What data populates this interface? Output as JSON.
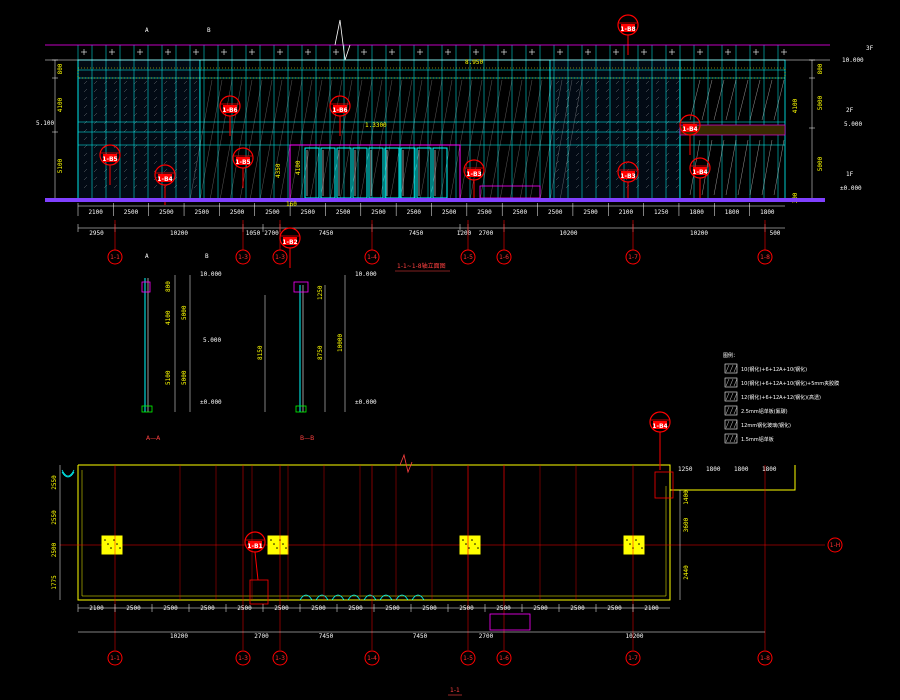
{
  "colors": {
    "background": "#000000",
    "cyan": "#00ffff",
    "red": "#ff0000",
    "yellow": "#ffff00",
    "white": "#ffffff",
    "magenta": "#ff00ff",
    "purple": "#8040ff",
    "green": "#00ff00"
  },
  "elevation": {
    "section_marks": [
      "A",
      "B"
    ],
    "top_dims": [
      "2100",
      "2500",
      "2500",
      "2500",
      "2500",
      "2500",
      "2500",
      "2500",
      "2500",
      "2500",
      "2500",
      "2500",
      "2500",
      "2500",
      "2500",
      "2100",
      "1250",
      "1800",
      "1800",
      "1800"
    ],
    "mid_dims": [
      "2950",
      "10200",
      "1050",
      "2700",
      "7450",
      "7450",
      "1200",
      "2700",
      "10200",
      "10200",
      "500"
    ],
    "grid_axes": [
      "1-1",
      "1-3",
      "1-3",
      "1-4",
      "1-5",
      "1-6",
      "1-7",
      "1-8"
    ],
    "left_dims": [
      "800",
      "4100",
      "5100"
    ],
    "right_dims": [
      "800",
      "5000",
      "5000",
      "4100",
      "300"
    ],
    "levels": {
      "top": "10.000",
      "mid": "5.000",
      "bottom": "±0.000",
      "left": "5.100"
    },
    "floor_labels": [
      "3F",
      "2F",
      "1F"
    ],
    "inner_dims": [
      "8.950",
      "1.3300",
      "4100",
      "4350",
      "160"
    ],
    "caption": "1-1~1-8轴立面图",
    "tags": [
      "1-B8",
      "1-B6",
      "1-B6",
      "1-B5",
      "1-B4",
      "1-B5",
      "1-B3",
      "1-B3",
      "1-B4",
      "1-B4",
      "1-B2",
      "1-B1"
    ]
  },
  "section_a": {
    "caption": "A—A",
    "levels": [
      "10.000",
      "5.000",
      "±0.000"
    ],
    "dims": [
      "800",
      "4100",
      "5000",
      "5100",
      "5000"
    ]
  },
  "section_b": {
    "caption": "B—B",
    "levels": [
      "10.000",
      "±0.000"
    ],
    "dims": [
      "1250",
      "8150",
      "8750",
      "10000"
    ]
  },
  "legend": {
    "title": "图例：",
    "items": [
      "10(钢化)+6+12A+10(钢化)",
      "10(钢化)+6+12A+10(钢化)+5mm夹胶膜",
      "12(钢化)+6+12A+12(钢化)(高透)",
      "2.5mm铝单板(氟碳)",
      "12mm钢化玻璃(钢化)",
      "1.5mm铝单板"
    ]
  },
  "plan": {
    "caption": "1-1",
    "top_dims": [
      "1250",
      "1800",
      "1800",
      "1800"
    ],
    "bottom_dims": [
      "2100",
      "2500",
      "2500",
      "2500",
      "2500",
      "2500",
      "2500",
      "2500",
      "2500",
      "2500",
      "2500",
      "2500",
      "2500",
      "2500",
      "2500",
      "2100"
    ],
    "lower_dims": [
      "10200",
      "2700",
      "7450",
      "7450",
      "2700",
      "10200"
    ],
    "left_dims": [
      "2550",
      "2550",
      "2500",
      "1775"
    ],
    "right_dims": [
      "1400",
      "3600",
      "2440"
    ],
    "grid_axes": [
      "1-1",
      "1-3",
      "1-3",
      "1-4",
      "1-5",
      "1-6",
      "1-7",
      "1-8"
    ],
    "row_axis": "1-H",
    "tags": [
      "1-B4",
      "1-B1"
    ]
  }
}
